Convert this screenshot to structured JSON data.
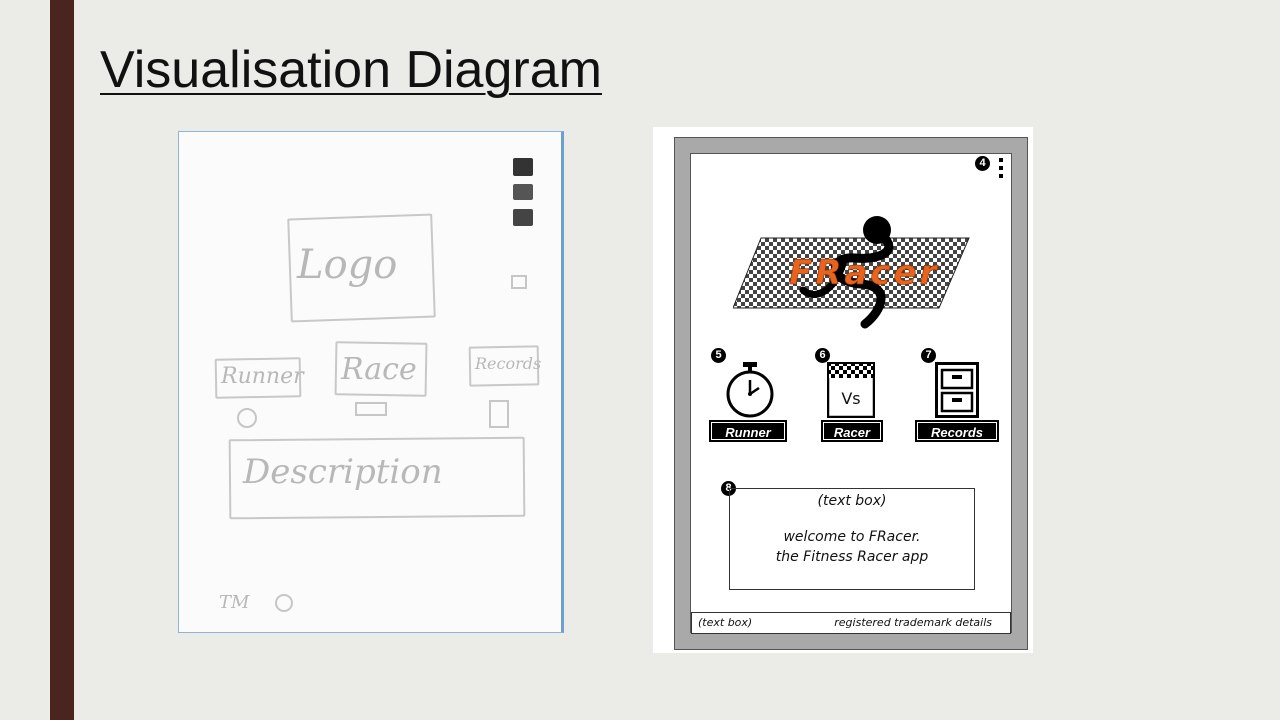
{
  "slide": {
    "title": "Visualisation Diagram"
  },
  "sketch": {
    "logo_label": "Logo",
    "runner_label": "Runner",
    "race_label": "Race",
    "records_label": "Records",
    "description_label": "Description",
    "trademark_label": "TM"
  },
  "wireframe": {
    "menu_badge": "4",
    "logo_text": "FRacer",
    "runner_badge": "5",
    "runner_label": "Runner",
    "racer_badge": "6",
    "racer_label": "Racer",
    "racer_icon_text": "Vs",
    "records_badge": "7",
    "records_label": "Records",
    "textbox_badge": "8",
    "textbox_header": "(text box)",
    "welcome_line1": "welcome to FRacer.",
    "welcome_line2": "the Fitness Racer app",
    "footer_left": "(text box)",
    "footer_right": "registered trademark details"
  },
  "colors": {
    "accent_bar": "#4a2520",
    "logo_orange": "#e8641e"
  }
}
